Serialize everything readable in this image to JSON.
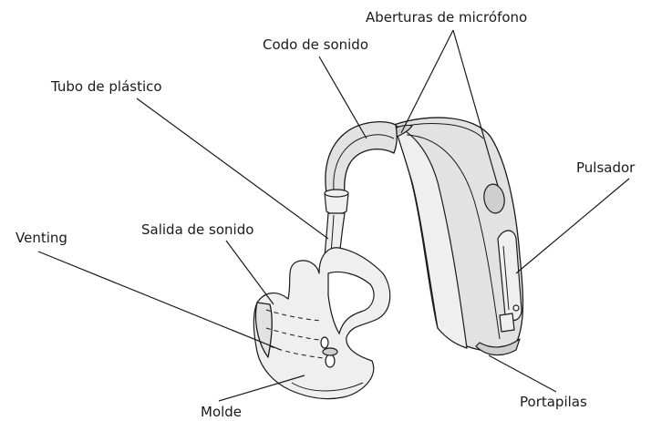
{
  "labels": {
    "microphone_openings": "Aberturas de micrófono",
    "sound_elbow": "Codo de sonido",
    "plastic_tube": "Tubo de plástico",
    "push_button": "Pulsador",
    "venting": "Venting",
    "sound_outlet": "Salida de sonido",
    "mold": "Molde",
    "battery_holder": "Portapilas"
  }
}
